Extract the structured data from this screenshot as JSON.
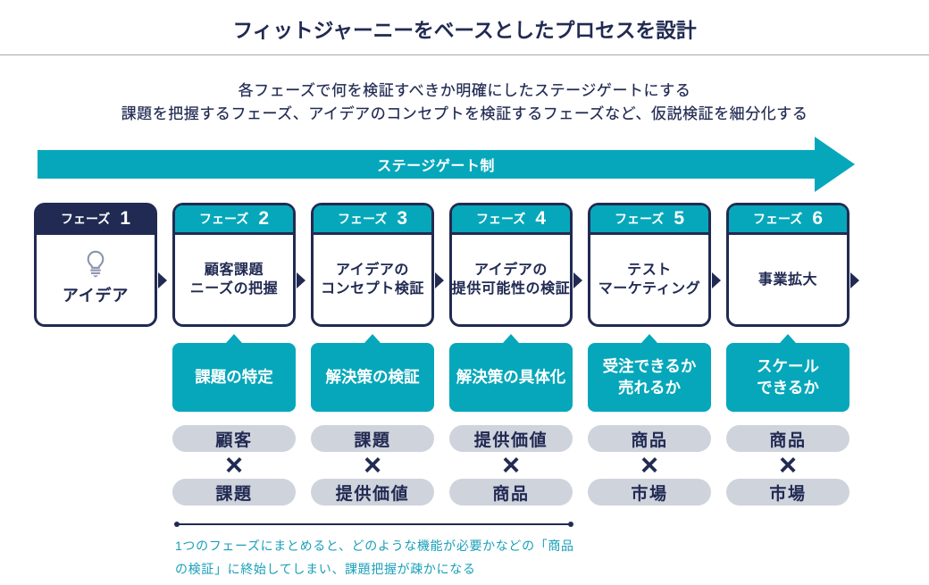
{
  "page": {
    "title": "フィットジャーニーをベースとしたプロセスを設計"
  },
  "intro": {
    "line1": "各フェーズで何を検証すべきか明確にしたステージゲートにする",
    "line2": "課題を把握するフェーズ、アイデアのコンセプトを検証するフェーズなど、仮説検証を細分化する"
  },
  "banner": {
    "label": "ステージゲート制"
  },
  "phases": [
    {
      "label": "フェーズ",
      "number": "1",
      "header_color": "navy",
      "icon": "lightbulb-icon",
      "body_line1": "アイデア",
      "body_line2": ""
    },
    {
      "label": "フェーズ",
      "number": "2",
      "header_color": "teal",
      "body_line1": "顧客課題",
      "body_line2": "ニーズの把握",
      "callout_line1": "課題の特定",
      "callout_line2": "",
      "pill_top": "顧客",
      "operator": "×",
      "pill_bottom": "課題"
    },
    {
      "label": "フェーズ",
      "number": "3",
      "header_color": "teal",
      "body_line1": "アイデアの",
      "body_line2": "コンセプト検証",
      "callout_line1": "解決策の検証",
      "callout_line2": "",
      "pill_top": "課題",
      "operator": "×",
      "pill_bottom": "提供価値"
    },
    {
      "label": "フェーズ",
      "number": "4",
      "header_color": "teal",
      "body_line1": "アイデアの",
      "body_line2": "提供可能性の検証",
      "callout_line1": "解決策の具体化",
      "callout_line2": "",
      "pill_top": "提供価値",
      "operator": "×",
      "pill_bottom": "商品"
    },
    {
      "label": "フェーズ",
      "number": "5",
      "header_color": "teal",
      "body_line1": "テスト",
      "body_line2": "マーケティング",
      "callout_line1": "受注できるか",
      "callout_line2": "売れるか",
      "pill_top": "商品",
      "operator": "×",
      "pill_bottom": "市場"
    },
    {
      "label": "フェーズ",
      "number": "6",
      "header_color": "teal",
      "body_line1": "事業拡大",
      "body_line2": "",
      "callout_line1": "スケール",
      "callout_line2": "できるか",
      "pill_top": "商品",
      "operator": "×",
      "pill_bottom": "市場"
    }
  ],
  "footnote": {
    "line1": "1つのフェーズにまとめると、どのような機能が必要かなどの「商品",
    "line2": "の検証」に終始してしまい、課題把握が疎かになる"
  },
  "colors": {
    "navy": "#212a52",
    "teal": "#06a7ba",
    "pill": "#cfd3dc",
    "note": "#199fb9"
  }
}
